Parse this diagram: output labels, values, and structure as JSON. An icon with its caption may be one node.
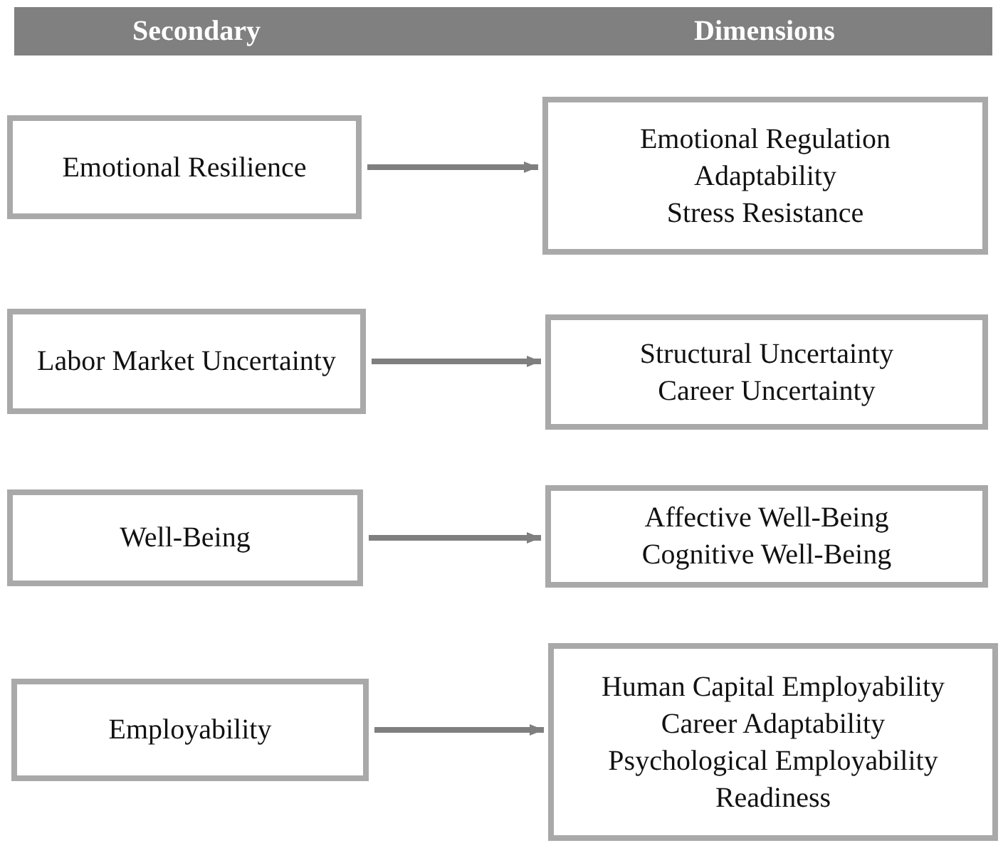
{
  "diagram": {
    "nodes": [
      {
        "text": [
          "Secondary",
          "Dimensions"
        ]
      },
      {
        "text": [
          "Emotional Resilience"
        ]
      },
      {
        "text": [
          "Emotional Regulation",
          "Adaptability",
          "Stress Resistance"
        ]
      },
      {
        "text": [
          "Labor Market Uncertainty"
        ]
      },
      {
        "text": [
          "Structural Uncertainty",
          "Career Uncertainty"
        ]
      },
      {
        "text": [
          "Well-Being"
        ]
      },
      {
        "text": [
          "Affective Well-Being",
          "Cognitive Well-Being"
        ]
      },
      {
        "text": [
          "Employability"
        ]
      },
      {
        "text": [
          "Human Capital Employability",
          "Career Adaptability",
          "Psychological Employability Readiness"
        ]
      }
    ],
    "edges": [
      {
        "from": 1,
        "to": 2,
        "arrow": "to"
      },
      {
        "from": 3,
        "to": 4,
        "arrow": "to"
      },
      {
        "from": 5,
        "to": 6,
        "arrow": "to"
      },
      {
        "from": 7,
        "to": 8,
        "arrow": "to"
      }
    ]
  }
}
